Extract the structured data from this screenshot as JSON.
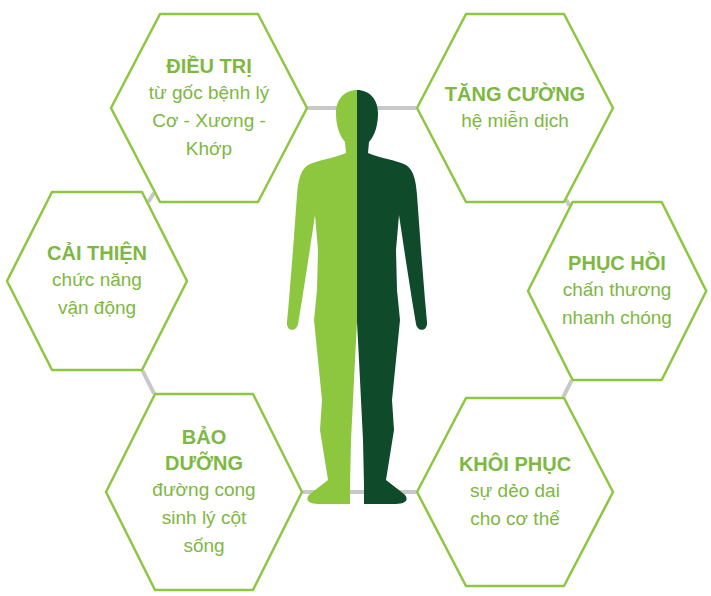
{
  "diagram": {
    "nodes": [
      {
        "text": [
          "ĐIỀU TRỊ",
          "từ gốc bệnh lý Cơ - Xương - Khớp"
        ]
      },
      {
        "text": [
          "TĂNG CƯỜNG",
          "hệ miễn dịch"
        ]
      },
      {
        "text": [
          "CẢI THIỆN",
          "chức năng vận động"
        ]
      },
      {
        "text": [
          "PHỤC HỒI",
          "chấn thương nhanh chóng"
        ]
      },
      {
        "text": [
          "BẢO DƯỠNG",
          "đường cong sinh lý cột sống"
        ]
      },
      {
        "text": [
          "KHÔI PHỤC",
          "sự dẻo dai cho cơ thể"
        ]
      }
    ],
    "edges": [
      {
        "from": 0,
        "to": 1,
        "arrow": "none"
      },
      {
        "from": 0,
        "to": 2,
        "arrow": "none"
      },
      {
        "from": 2,
        "to": 4,
        "arrow": "none"
      },
      {
        "from": 4,
        "to": 5,
        "arrow": "none"
      },
      {
        "from": 1,
        "to": 3,
        "arrow": "none"
      },
      {
        "from": 3,
        "to": 5,
        "arrow": "none"
      }
    ]
  }
}
